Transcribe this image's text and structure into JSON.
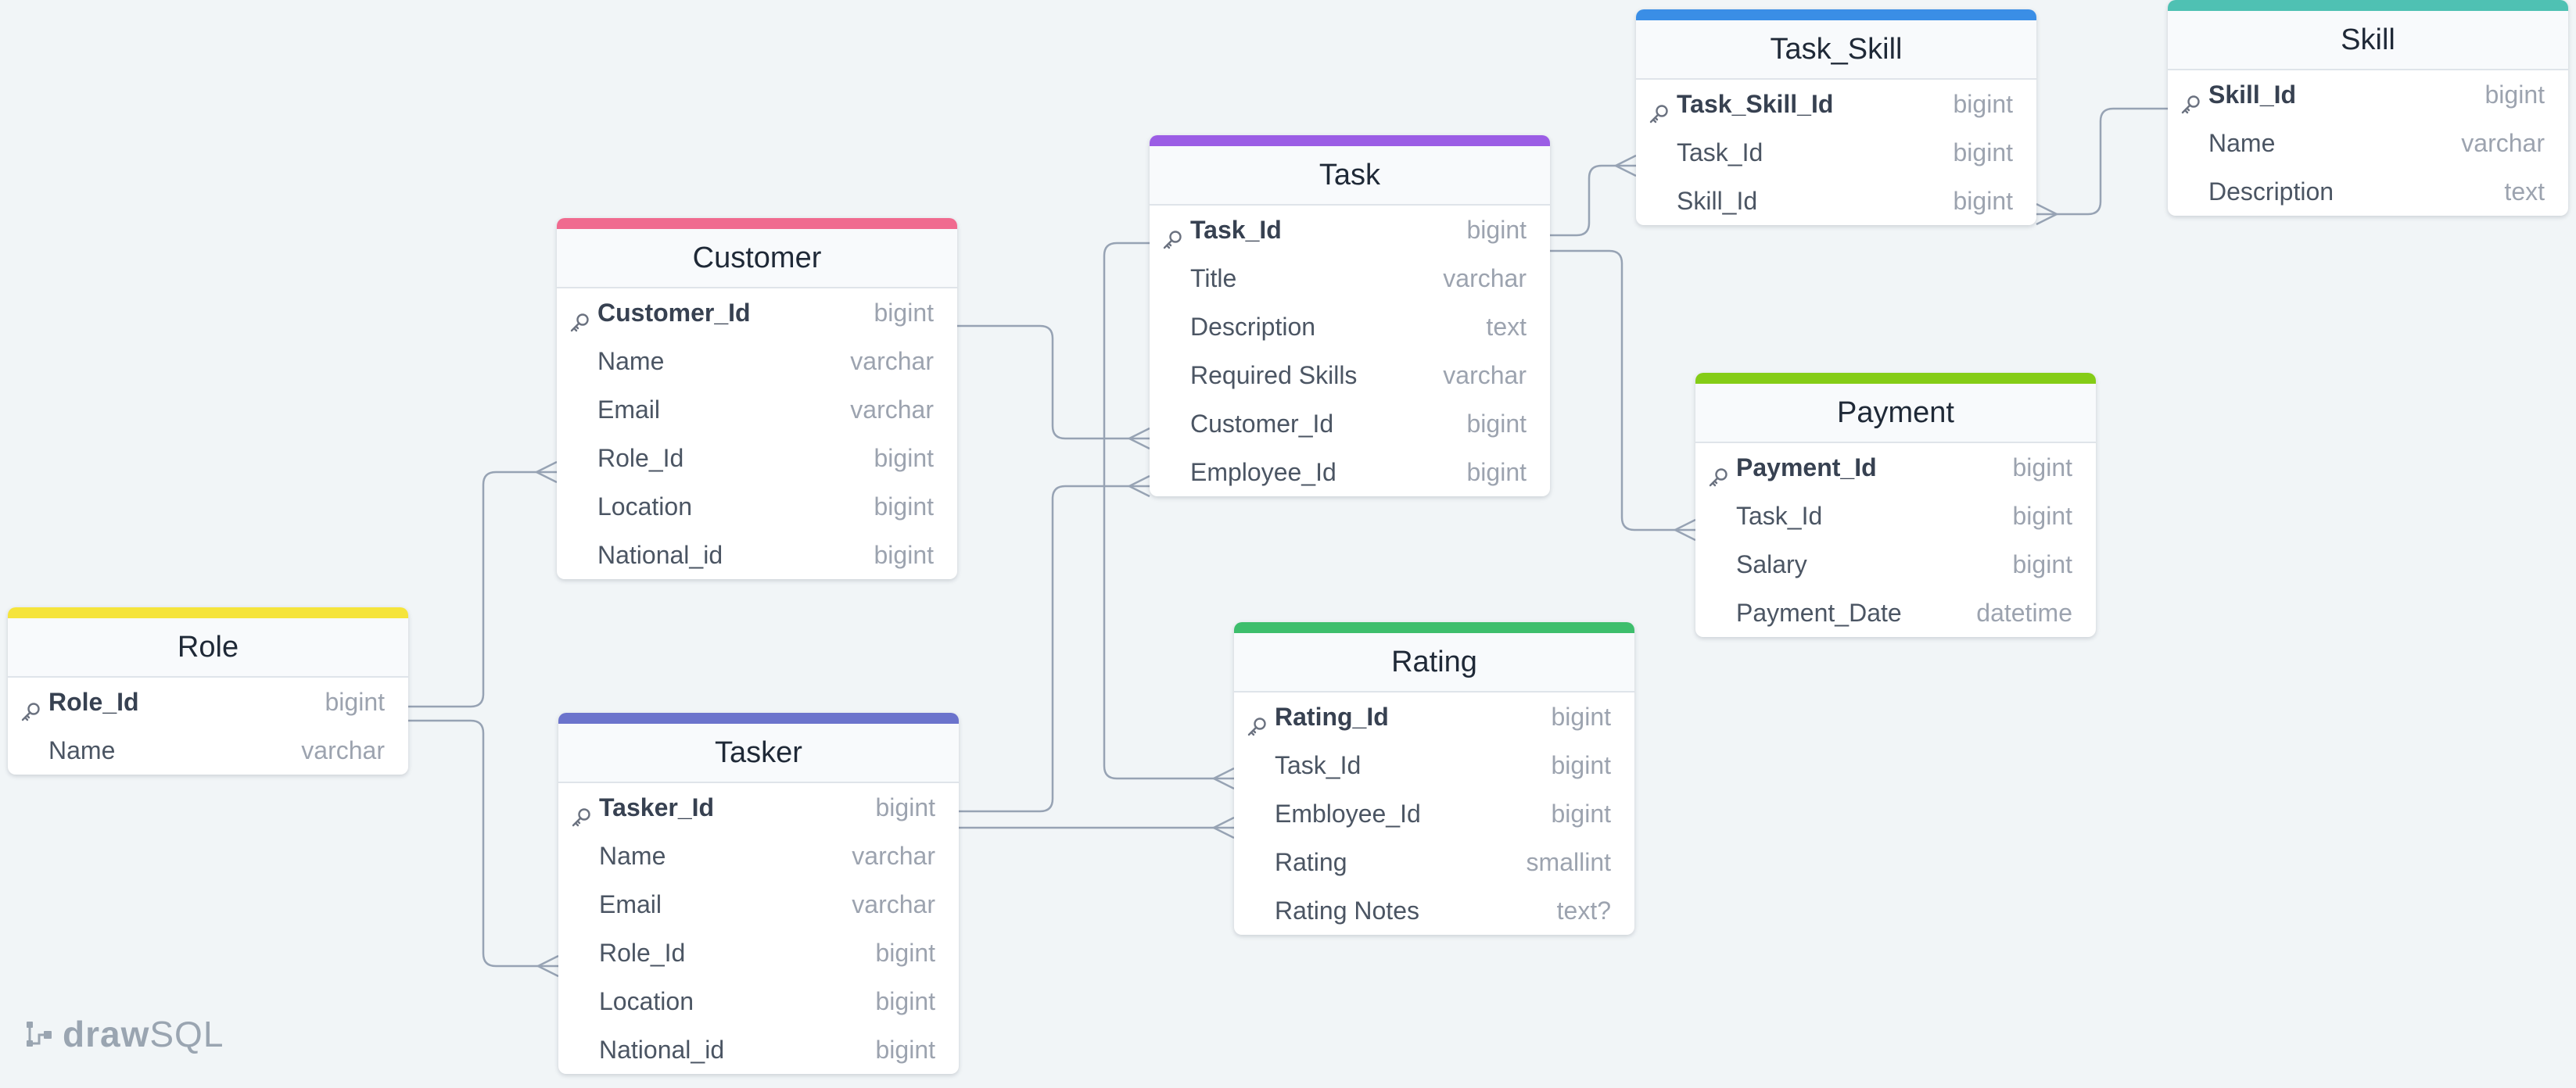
{
  "app": {
    "logo_bold": "draw",
    "logo_light": "SQL"
  },
  "tables": [
    {
      "name": "Role",
      "color": "#f5e43b",
      "columns": [
        {
          "name": "Role_Id",
          "type": "bigint",
          "pk": true
        },
        {
          "name": "Name",
          "type": "varchar"
        }
      ]
    },
    {
      "name": "Customer",
      "color": "#f06a8f",
      "columns": [
        {
          "name": "Customer_Id",
          "type": "bigint",
          "pk": true
        },
        {
          "name": "Name",
          "type": "varchar"
        },
        {
          "name": "Email",
          "type": "varchar"
        },
        {
          "name": "Role_Id",
          "type": "bigint"
        },
        {
          "name": "Location",
          "type": "bigint"
        },
        {
          "name": "National_id",
          "type": "bigint"
        }
      ]
    },
    {
      "name": "Tasker",
      "color": "#6b73cc",
      "columns": [
        {
          "name": "Tasker_Id",
          "type": "bigint",
          "pk": true
        },
        {
          "name": "Name",
          "type": "varchar"
        },
        {
          "name": "Email",
          "type": "varchar"
        },
        {
          "name": "Role_Id",
          "type": "bigint"
        },
        {
          "name": "Location",
          "type": "bigint"
        },
        {
          "name": "National_id",
          "type": "bigint"
        }
      ]
    },
    {
      "name": "Task",
      "color": "#9b5de5",
      "columns": [
        {
          "name": "Task_Id",
          "type": "bigint",
          "pk": true
        },
        {
          "name": "Title",
          "type": "varchar"
        },
        {
          "name": "Description",
          "type": "text"
        },
        {
          "name": "Required Skills",
          "type": "varchar"
        },
        {
          "name": "Customer_Id",
          "type": "bigint"
        },
        {
          "name": "Employee_Id",
          "type": "bigint"
        }
      ]
    },
    {
      "name": "Rating",
      "color": "#3dbe6c",
      "columns": [
        {
          "name": "Rating_Id",
          "type": "bigint",
          "pk": true
        },
        {
          "name": "Task_Id",
          "type": "bigint"
        },
        {
          "name": "Embloyee_Id",
          "type": "bigint"
        },
        {
          "name": "Rating",
          "type": "smallint"
        },
        {
          "name": "Rating Notes",
          "type": "text?"
        }
      ]
    },
    {
      "name": "Task_Skill",
      "color": "#3a8ee6",
      "columns": [
        {
          "name": "Task_Skill_Id",
          "type": "bigint",
          "pk": true
        },
        {
          "name": "Task_Id",
          "type": "bigint"
        },
        {
          "name": "Skill_Id",
          "type": "bigint"
        }
      ]
    },
    {
      "name": "Payment",
      "color": "#84cc16",
      "columns": [
        {
          "name": "Payment_Id",
          "type": "bigint",
          "pk": true
        },
        {
          "name": "Task_Id",
          "type": "bigint"
        },
        {
          "name": "Salary",
          "type": "bigint"
        },
        {
          "name": "Payment_Date",
          "type": "datetime"
        }
      ]
    },
    {
      "name": "Skill",
      "color": "#4fc1b3",
      "columns": [
        {
          "name": "Skill_Id",
          "type": "bigint",
          "pk": true
        },
        {
          "name": "Name",
          "type": "varchar"
        },
        {
          "name": "Description",
          "type": "text"
        }
      ]
    }
  ],
  "relations": [
    {
      "from": "Customer.Customer_Id",
      "to": "Task.Customer_Id"
    },
    {
      "from": "Tasker.Tasker_Id",
      "to": "Task.Employee_Id"
    },
    {
      "from": "Role.Role_Id",
      "to": "Customer.Role_Id"
    },
    {
      "from": "Role.Role_Id",
      "to": "Tasker.Role_Id"
    },
    {
      "from": "Task.Task_Id",
      "to": "Rating.Task_Id"
    },
    {
      "from": "Tasker.Tasker_Id",
      "to": "Rating.Embloyee_Id"
    },
    {
      "from": "Task.Task_Id",
      "to": "Task_Skill.Task_Id"
    },
    {
      "from": "Task.Task_Id",
      "to": "Payment.Task_Id"
    },
    {
      "from": "Skill.Skill_Id",
      "to": "Task_Skill.Skill_Id"
    }
  ]
}
